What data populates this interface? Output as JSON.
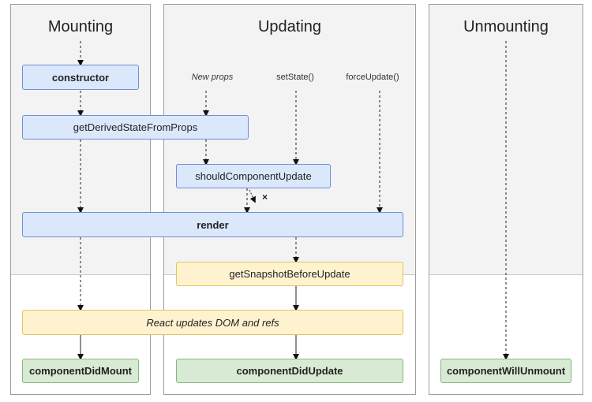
{
  "columns": {
    "mounting": {
      "title": "Mounting"
    },
    "updating": {
      "title": "Updating"
    },
    "unmounting": {
      "title": "Unmounting"
    }
  },
  "triggers": {
    "new_props": "New props",
    "set_state": "setState()",
    "force_update": "forceUpdate()"
  },
  "methods": {
    "constructor": "constructor",
    "get_derived_state_from_props": "getDerivedStateFromProps",
    "should_component_update": "shouldComponentUpdate",
    "render": "render",
    "get_snapshot_before_update": "getSnapshotBeforeUpdate",
    "react_updates_dom": "React updates DOM and refs",
    "component_did_mount": "componentDidMount",
    "component_did_update": "componentDidUpdate",
    "component_will_unmount": "componentWillUnmount"
  },
  "markers": {
    "skip_mark": "×"
  },
  "colors": {
    "render_phase_box": "#dbe8fc",
    "pre_commit_box": "#fff3cf",
    "commit_box": "#d9ead4"
  }
}
